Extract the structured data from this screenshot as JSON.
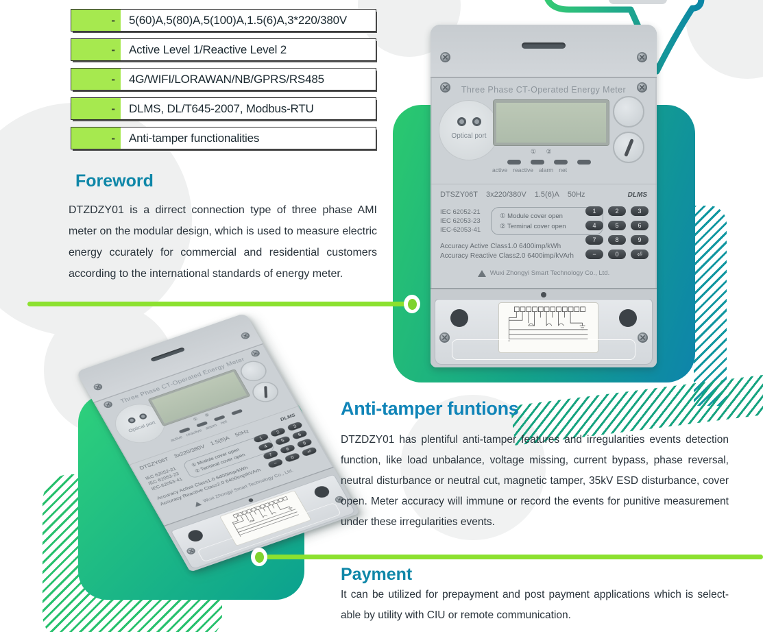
{
  "features": {
    "bullet": "-",
    "items": [
      "5(60)A,5(80)A,5(100)A,1.5(6)A,3*220/380V",
      "Active Level 1/Reactive Level 2",
      "4G/WIFI/LORAWAN/NB/GPRS/RS485",
      "DLMS, DL/T645-2007, Modbus-RTU",
      "Anti-tamper functionalities"
    ]
  },
  "foreword": {
    "title": "Foreword",
    "body": "DTZDZY01 is a dirrect connection type of three phase AMI meter on the modular design, which is used to measure electric energy ccurately for commercial and residential customers according to the  international standards of energy meter."
  },
  "anti_tamper": {
    "title": "Anti-tamper funtions",
    "body": "DTZDZY01 has plentiful anti-tamper features and irregularities events detection function, like load unbalance, voltage missing, current bypass, phase reversal, neutral disturbance or neutral cut, magnetic tamper, 35kV ESD disturbance, cover open. Meter accuracy will immune or record the events for punitive measurement under these irregularities events."
  },
  "payment": {
    "title": "Payment",
    "body": "It can be utilized for prepayment and post payment applications which is select-able by utility with CIU or remote communication."
  },
  "meter": {
    "title": "Three Phase CT-Operated Energy Meter",
    "optical_port_label": "Optical port",
    "indicator_circles": "① ②",
    "leds": [
      "active",
      "reactive",
      "alarm",
      "net"
    ],
    "model": "DTSZY06T",
    "voltage": "3x220/380V",
    "current": "1.5(6)A",
    "frequency": "50Hz",
    "dlms": "DLMS",
    "iec_standards": [
      "IEC 62052-21",
      "IEC 62053-23",
      "IEC-62053-41"
    ],
    "cover_notes": [
      "① Module cover open",
      "② Terminal cover open"
    ],
    "accuracy": [
      "Accuracy Active Class1.0   6400imp/kWh",
      "Accuracy Reactive Class2.0  6400imp/kVArh"
    ],
    "company": "Wuxi Zhongyi Smart Technology Co., Ltd.",
    "keypad": [
      [
        "1",
        "2",
        "3"
      ],
      [
        "4",
        "5",
        "6"
      ],
      [
        "7",
        "8",
        "9"
      ],
      [
        "−",
        "0",
        "⏎"
      ]
    ]
  },
  "colors": {
    "accent_line_green": "#8CE12F",
    "bullet_green": "#A6E94F",
    "heading_teal": "#0F87A8",
    "heading_blue": "#1185B8",
    "gradient_green": "#2BC96F",
    "gradient_teal": "#0D84AB"
  }
}
